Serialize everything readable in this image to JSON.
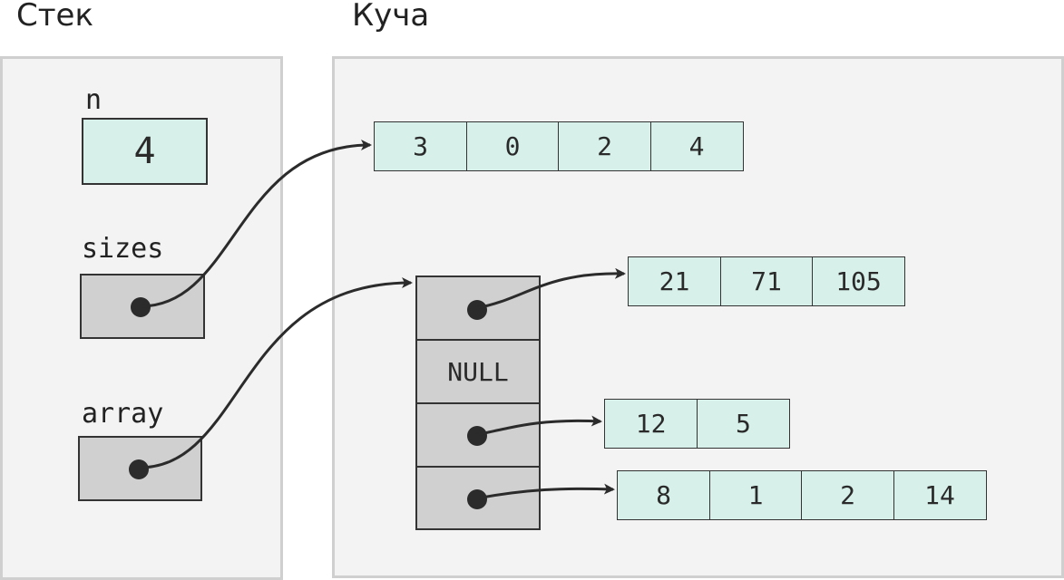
{
  "stack_title": "Стек",
  "heap_title": "Куча",
  "stack": {
    "n": {
      "label": "n",
      "value": "4"
    },
    "sizes": {
      "label": "sizes"
    },
    "array": {
      "label": "array"
    }
  },
  "heap": {
    "sizes_array": [
      "3",
      "0",
      "2",
      "4"
    ],
    "pointer_array": [
      "",
      "NULL",
      "",
      ""
    ],
    "row_0": [
      "21",
      "71",
      "105"
    ],
    "row_2": [
      "12",
      "5"
    ],
    "row_3": [
      "8",
      "1",
      "2",
      "14"
    ]
  },
  "colors": {
    "value_cell": "#d7f0ea",
    "pointer_cell": "#d0d0d0",
    "panel": "#f3f3f3",
    "arrow": "#2b2b2b"
  }
}
